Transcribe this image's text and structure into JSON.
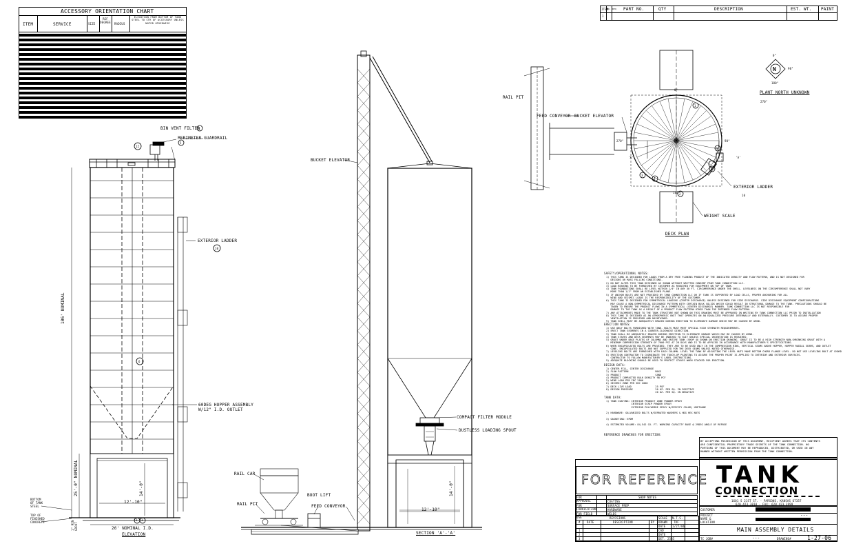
{
  "accessory_chart": {
    "title": "ACCESSORY ORIENTATION CHART",
    "headers": [
      "ITEM",
      "SERVICE",
      "SIZE",
      "REF DEGREE",
      "RADIUS",
      "ELEVATION FROM BOTTOM OF TANK STEEL TO CTR OF ACCESSORY UNLESS NOTED OTHERWISE"
    ]
  },
  "parts_table": {
    "headers": [
      "ITEM",
      "NO. REQ",
      "PART NO.",
      "QTY",
      "DESCRIPTION",
      "EST. WT.",
      "PAINT"
    ],
    "row1_item": "1"
  },
  "elevation": {
    "labels": {
      "bin_vent": "BIN VENT FILTER",
      "bin_vent_num": "8",
      "guardrail": "PERIMETER GUARDRAIL",
      "guardrail_num": "5",
      "item12": "12",
      "ladder": "EXTERIOR LADDER",
      "ladder_num": "10",
      "item6": "6",
      "hopper": "60DEG HOPPER ASSEMBLY",
      "hopper2": "W/12\" I.D. OUTLET",
      "nominal106": "106' NOMINAL",
      "nominal25": "25'-0\" NOMINAL",
      "dim14": "14'-0\"",
      "dim12": "12'-10\"",
      "bottom": "BOTTOM\nOF TANK\nSTEEL",
      "top": "TOP OF\nFINISHED\nCONCRETE",
      "grout": "1\" MIN\nGROUT",
      "item2": "2",
      "item1": "1",
      "diameter": "26' NOMINAL I.D.",
      "title": "ELEVATION"
    }
  },
  "section": {
    "labels": {
      "bucket_elevator": "BUCKET ELEVATOR",
      "compact_filter": "COMPACT FILTER MODULE",
      "dustless": "DUSTLESS LOADING SPOUT",
      "rail_car": "RAIL CAR",
      "rail_pit": "RAIL PIT",
      "boot_lift": "BOOT LIFT",
      "feed_conveyor": "FEED CONVEYOR",
      "dim14": "14'-0\"",
      "dim12": "12'-10\"",
      "title": "SECTION 'A'-'A'"
    }
  },
  "deck_plan": {
    "labels": {
      "rail_pit": "RAIL PIT",
      "feed_conveyor": "FEED CONVEYOR",
      "bucket_elevator": "BUCKET ELEVATOR",
      "deg270": "270°",
      "deg90": "90°",
      "deg180": "180°",
      "deg0": "0°",
      "a_left": "'A'",
      "a_right": "'A'",
      "ladder": "EXTERIOR LADDER",
      "ladder_num": "10",
      "weight_scale": "WEIGHT SCALE",
      "title": "DECK PLAN",
      "n1": "1",
      "n5": "5",
      "n6": "6",
      "n2": "2",
      "n8": "8",
      "n3": "3",
      "n12": "12"
    }
  },
  "north": {
    "letter": "N",
    "d0": "0°",
    "d90": "90°",
    "d180": "180°",
    "label": "PLANT NORTH UNKNOWN",
    "d270": "270°"
  },
  "notes": {
    "safety_title": "SAFETY/OPERATIONAL NOTES:",
    "safety": "1) THIS TANK IS DESIGNED FOR LOADS FROM A DRY FREE FLOWING PRODUCT OF THE INDICATED DENSITY AND FLOW PATTERN, AND IS NOT DESIGNED FOR\n   DESIGNS OR MASS FALLING CONDITIONS.\n2) DO NOT ALTER THIS TANK DESIGNED AS SHOWN WITHOUT WRITTEN CONSENT FROM TANK CONNECTION LLC.\n3) LOAD BEARING TO BE FURNISHED BY CUSTOMER AS REQUIRED FOR EQUIPMENT ON TOP OF TANK.\n4) TANK FOUNDATIONS SHALL BE LEVEL WITHIN 1/4\" IN ANY 30 FT. CIRCUMFERENCE UNDER THE SHELL. LEVELNESS ON THE CIRCUMFERENCE SHALL NOT VARY\n   MORE THAN 1/2\" FROM AN ESTABLISHED PLANE.\n5) IF ANCHOR BOLTS ARE NOT PROVIDED BY TANK CONNECTION LLC OR IF TANK IS SUPPORTED BY LOAD CELLS, PROPER ANCHORING FOR ALL\n   WIND AND SEISMIC LOADS IS THE RESPONSIBILITY OF THE CUSTOMER.\n6) THIS TANK IS DESIGNED FOR SYMMETRICAL LOADING (CENTER DISCHARGE) UNLESS DESIGNED FOR SIDE DISCHARGE. SIDE DISCHARGE EQUIPMENT CONFIGURATIONS\n   MAY CAUSE A NON-SYMMETRICAL DISCHARGE PATTERN WITH CERTAIN BULK SOLIDS WHICH COULD RESULT IN STRUCTURAL DAMAGE TO THE TANK. PRECAUTIONS SHOULD BE\n   TAKEN TO ENSURE THE PRODUCT FLOWS IN A SYMMETRICAL (CENTER DISCHARGE) MANNER. TANK CONNECTION LLC IS NOT RESPONSIBLE FOR\n   DAMAGE TO THE TANK AS A RESULT OF A PRODUCT FLOW PATTERN OTHER THAN THE INTENDED FLOW PATTERN.\n7) ANY ATTACHMENTS MADE TO THE TANK STRUCTURE NOT SHOWN ON THIS DRAWING MUST BE APPROVED IN WRITING BY TANK CONNECTION LLC PRIOR TO INSTALLATION\n8) THIS TANK IS DESIGNED AS AN ATMOSPHERIC UNIT THAT OPERATES ON AN EQUALIZED PRESSURE INTERNALLY AND EXTERNALLY. CUSTOMER IS TO ASSURE PROPER\n   VENTILATION IS PROVIDED AND MAINTAINED.\n9) TANK SHELL MUST BE ADEQUATELY BRACED DURING ERECTION TO ELIMINATE DAMAGE WHICH MAY BE CAUSED BY WIND.",
    "erection_title": "ERECTION NOTES:",
    "erection": "1) USE ONLY BOLTS FURNISHED WITH TANK. BOLTS MUST MEET SPECIAL HIGH STRENGTH REQUIREMENTS.\n2) ERECT TANK SEGMENTS IN A COUNTER-CLOCKWISE DIRECTION.\n3) TANK SHALL BE ADEQUATELY BRACED DURING ERECTION TO ELIMINATE DAMAGE WHICH MAY BE CAUSED BY WIND.\n4) TANK STAVES AND DECK SEGMENTS MAY BE INDEXED TO SUIT UNLESS SPECIAL ORIENTATION IS REQUIRED.\n5) GROUT UNDER BASE PLATES OF COLUMNS AND ENTIRE TANK (SHOP 4O SHOWN ON ERECTION DRAWING. GROUT IS TO BE A HIGH STRENGTH NON-SHRINKING GROUT WITH A\n   MINIMUM COMPRESSION STRENGTH OF 7000 PSI AT 28 DAYS AND IS TO BE APPLIED IN ACCORDANCE WITH MANUFACTURER'S SPECIFICATIONS.\n6) WHEN ENCAPSULATED BOLTS ARE PROVIDED, THEY ARE TO BE USED ONLY IN THE COMPRESSION RING, VERTICAL SEAMS ABOVE HOPPER, HOPPER RADIAL SEAMS, AND OUTLET\n   CONE. ENCAPSULATED BOLTS ARE NOT SUPPLIED FOR THE DECK SEAMS UNLESS NOTED OTHERWISE.\n7) LEVELING BOLTS ARE FURNISHED WITH EACH COLUMN. LEVEL THE TANK BY ADJUSTING THE LEVEL NUTS MAKE BOTTOM CHORD FLANGE LEVEL. DO NOT USE LEVELING BOLT AT CHORD LAB\n8) ERECTION CONTRACTOR TO COORDINATE THE TOUCH-UP PAINTING TO ASSURE THE PROPER PAINT IS APPLIED TO INTERIOR AND EXTERIOR SURFACES.\n   CONTRACTOR TO FOLLOW MANUFACTURER'S LABEL INSTRUCTIONS.\n9) ADEQUATE BLOCKING SHOULD BE USED TO PROTECT STAVES WHEN STACKED FOR ERECTION.",
    "design_title": "DESIGN DATA:",
    "design": "1) CENTER FILL, CENTER DISCHARGE\n2) FLOW PATTERN                  MASS\n3) PRODUCT                       SAND\n4) PRODUCT COMPACTED BULK DENSITY 98 PCF\n5) WIND LOAD PER IBC 2006\n6) SEISMIC ZONE PER IBC 2006\n7) DECK LIVE LOAD                25 PSF\n8) DESIGN PRESSURE               20 OZ. PER SQ. IN POSITIVE\n                                 20 OZ. PER SQ. IN NEGATIVE",
    "tank_title": "TANK DATA:",
    "tank": "1) TANK COATING: INTERIOR PRODUCT ZONE POWDER EPOXY\n                 INTERIOR SCRIP POWDER EPOXY\n                 EXTERIOR POLYAMIDE EPOXY W/SPECIFY COLOR) URETHANE\n\n2) HARDWARE: GALVANIZED BOLTS W/SERRATED WASHERS & HDG HEX NUTS\n\n3) GASKETING: EPDM\n\n4) ESTIMATED VOLUME: 84,542 CU. FT. WORKING CAPACITY BASE @ 29DEG ANGLE OF REPOSE",
    "reference": "REFERENCE DRAWINGS FOR ERECTION:"
  },
  "title_block": {
    "disclaimer": "BY ACCEPTING POSSESSION OF THIS DOCUMENT, RECIPIENT AGREES THAT ITS CONTENTS\nARE CONFIDENTIAL PROPRIETARY TRADE SECRETS OF THE TANK CONNECTION. NO\nPORTIONS OF THIS DOCUMENT MAY BE REPRODUCED, DISTRIBUTED, OR USED IN ANY\nMANNER WITHOUT WRITTEN PERMISSION FROM THE TANK CONNECTION.",
    "stamp": "FOR REFERENCE",
    "logo_tank": "TANK",
    "logo_connection": "CONNECTION",
    "address": "1601 S 21ST ST. · PARSONS, KANSAS 67357",
    "phone": "620.423.3010 · FAX: 620.423.3999",
    "for_approval": "FOR APPROVAL",
    "for_fabrication": "FOR FABRICATION",
    "for_field": "FOR FIELD USE",
    "shop_notes": "SHOP NOTES",
    "coating": "COATING",
    "surface_prep": "SURFACE PREP",
    "hardware": "HARDWARE",
    "welds": "WELDS",
    "revisions": "REVISIONS",
    "rev_num": "#",
    "rev_date": "DATE",
    "rev_desc": "DESCRIPTION",
    "rev_by": "BY",
    "rev_rows": [
      "1",
      "2",
      "3"
    ],
    "scale": "SCALE",
    "scale_val": "N.T.S.",
    "drawn": "DRAWN",
    "drawn_val": "TDF",
    "date": "DATE",
    "date_val": "1/27/06",
    "cad": "CAD",
    "date2": "DATE",
    "chk": "CHK",
    "date3": "DATE",
    "det": "DET. 2585",
    "customer": "CUSTOMER",
    "project": "PROJECT\nNAME &\nLOCATION",
    "dashes": "---",
    "title": "MAIN ASSEMBLY DETAILS",
    "job": "TC JOB#",
    "job_val": "---",
    "drawing": "DRAWING#",
    "drawing_val": "1-27-06"
  }
}
